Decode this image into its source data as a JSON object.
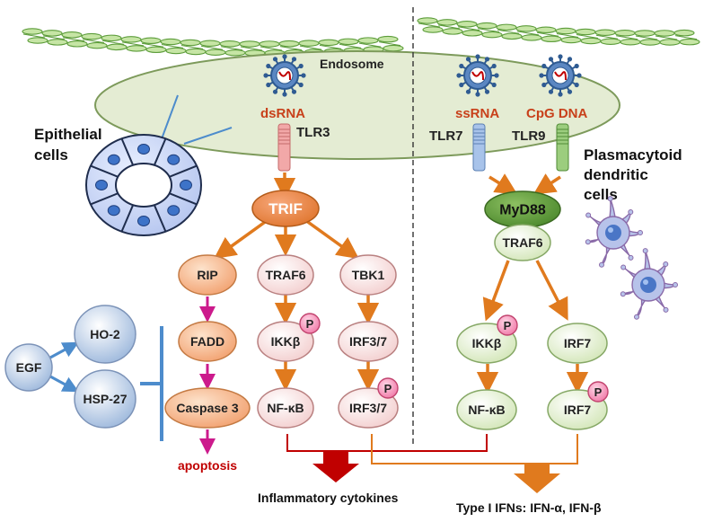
{
  "labels": {
    "endosome": "Endosome",
    "epithelial_1": "Epithelial",
    "epithelial_2": "cells",
    "pdc_1": "Plasmacytoid",
    "pdc_2": "dendritic",
    "pdc_3": "cells",
    "inflammatory": "Inflammatory cytokines",
    "type1": "Type I IFNs: IFN-α, IFN-β"
  },
  "ligands": {
    "dsrna": "dsRNA",
    "ssrna": "ssRNA",
    "cpg": "CpG DNA"
  },
  "receptors": {
    "tlr3": "TLR3",
    "tlr7": "TLR7",
    "tlr9": "TLR9"
  },
  "nodes": {
    "trif": "TRIF",
    "rip": "RIP",
    "traf6_left": "TRAF6",
    "tbk1": "TBK1",
    "fadd": "FADD",
    "ikkb_left": "IKKβ",
    "irf37_top": "IRF3/7",
    "caspase3": "Caspase 3",
    "nfkb_left": "NF-κB",
    "irf37_bottom": "IRF3/7",
    "apoptosis": "apoptosis",
    "myd88": "MyD88",
    "traf6_right": "TRAF6",
    "ikkb_right": "IKKβ",
    "irf7_top": "IRF7",
    "nfkb_right": "NF-κB",
    "irf7_bottom": "IRF7",
    "egf": "EGF",
    "ho2": "HO-2",
    "hsp27": "HSP-27",
    "p": "P"
  },
  "colors": {
    "arrow_orange": "#e07a1e",
    "arrow_magenta": "#cc1a8c",
    "arrow_blue": "#4d8ccc",
    "dark_red": "#c00000",
    "label_red": "#c8401a",
    "membrane_green": "#7ec24a",
    "endosome_fill": "#e4ecd3"
  }
}
